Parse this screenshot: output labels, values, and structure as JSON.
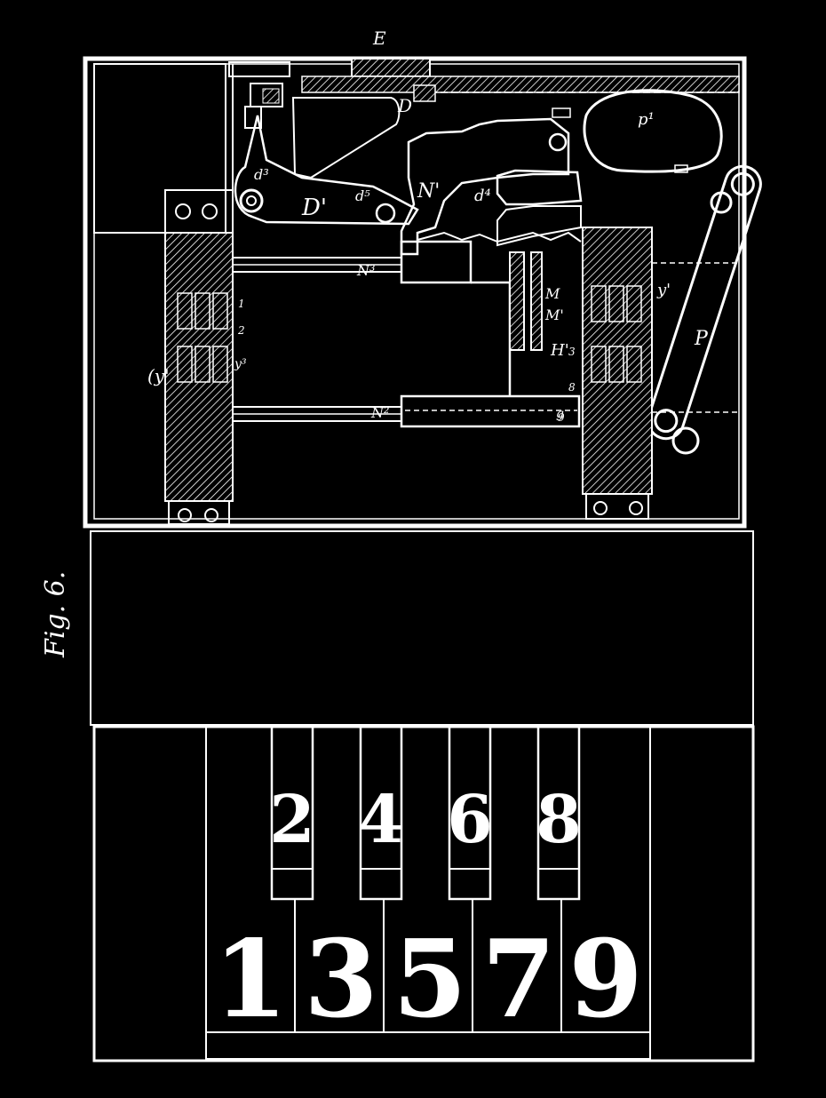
{
  "figure": {
    "caption": "Fig. 6."
  },
  "mechanism": {
    "labels": {
      "E": "E",
      "D": "D",
      "d3": "d³",
      "D_prime": "D'",
      "d5": "d⁵",
      "N": "N'",
      "d4": "d⁴",
      "p1": "p¹",
      "P": "P",
      "M": "M",
      "M2": "M'",
      "H_prime": "H'",
      "y_left": "(y'",
      "y_right": "y'",
      "N3": "N³",
      "N2": "N²",
      "g": "g",
      "y3": "y³",
      "one": "1",
      "two": "2",
      "three": "3",
      "eight": "8",
      "nine": "9"
    }
  },
  "keyboard": {
    "upper_keys": [
      "2",
      "4",
      "6",
      "8"
    ],
    "lower_keys": [
      "1",
      "3",
      "5",
      "7",
      "9"
    ]
  },
  "colors": {
    "ink": "#ffffff",
    "background": "#000000"
  }
}
